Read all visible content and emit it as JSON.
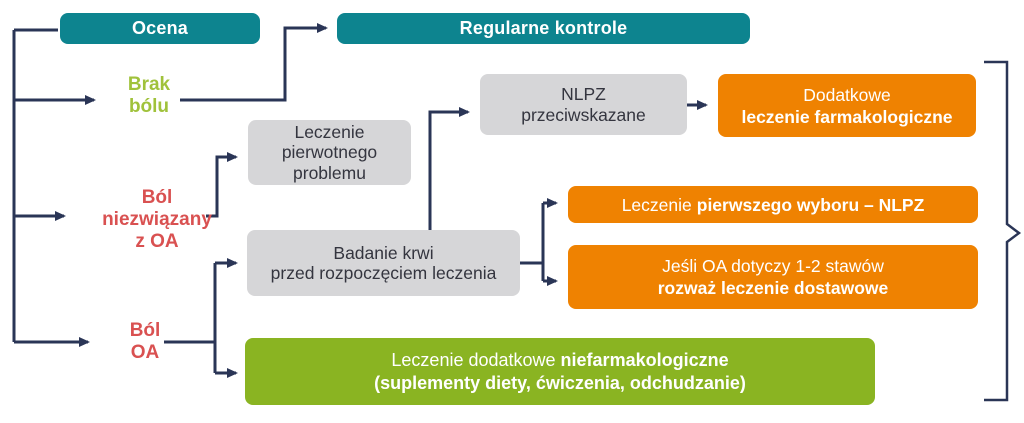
{
  "palette": {
    "teal": "#0d848f",
    "orange": "#ef8201",
    "green_box": "#8ab422",
    "green_label": "#a0c23b",
    "red_label": "#d95151",
    "gray_box": "#d6d6d8",
    "gray_text": "#34353f",
    "line": "#2a3556"
  },
  "boxes": {
    "ocena": {
      "label": "Ocena"
    },
    "regularne": {
      "label": "Regularne kontrole"
    },
    "leczenie_pierwotnego": [
      "Leczenie",
      "pierwotnego",
      "problemu"
    ],
    "nlpz_przeciwskazane": [
      "NLPZ",
      "przeciwskazane"
    ],
    "dodatkowe_farmakologiczne": {
      "line1": "Dodatkowe",
      "line2_bold": "leczenie farmakologiczne"
    },
    "badanie_krwi": [
      "Badanie krwi",
      "przed rozpoczęciem leczenia"
    ],
    "pierwszego_wyboru": {
      "normal": "Leczenie",
      "bold": "pierwszego wyboru – NLPZ"
    },
    "dostawowe": {
      "line1": "Jeśli OA dotyczy 1-2 stawów",
      "line2_bold": "rozważ leczenie dostawowe"
    },
    "niefarmakologiczne": {
      "line1_normal": "Leczenie dodatkowe",
      "line1_bold": "niefarmakologiczne",
      "line2_bold": "(suplementy diety, ćwiczenia, odchudzanie)"
    }
  },
  "labels": {
    "brak_bolu": [
      "Brak",
      "bólu"
    ],
    "bol_niezwiazany": [
      "Ból",
      "niezwiązany",
      "z OA"
    ],
    "bol_oa": [
      "Ból",
      "OA"
    ]
  }
}
